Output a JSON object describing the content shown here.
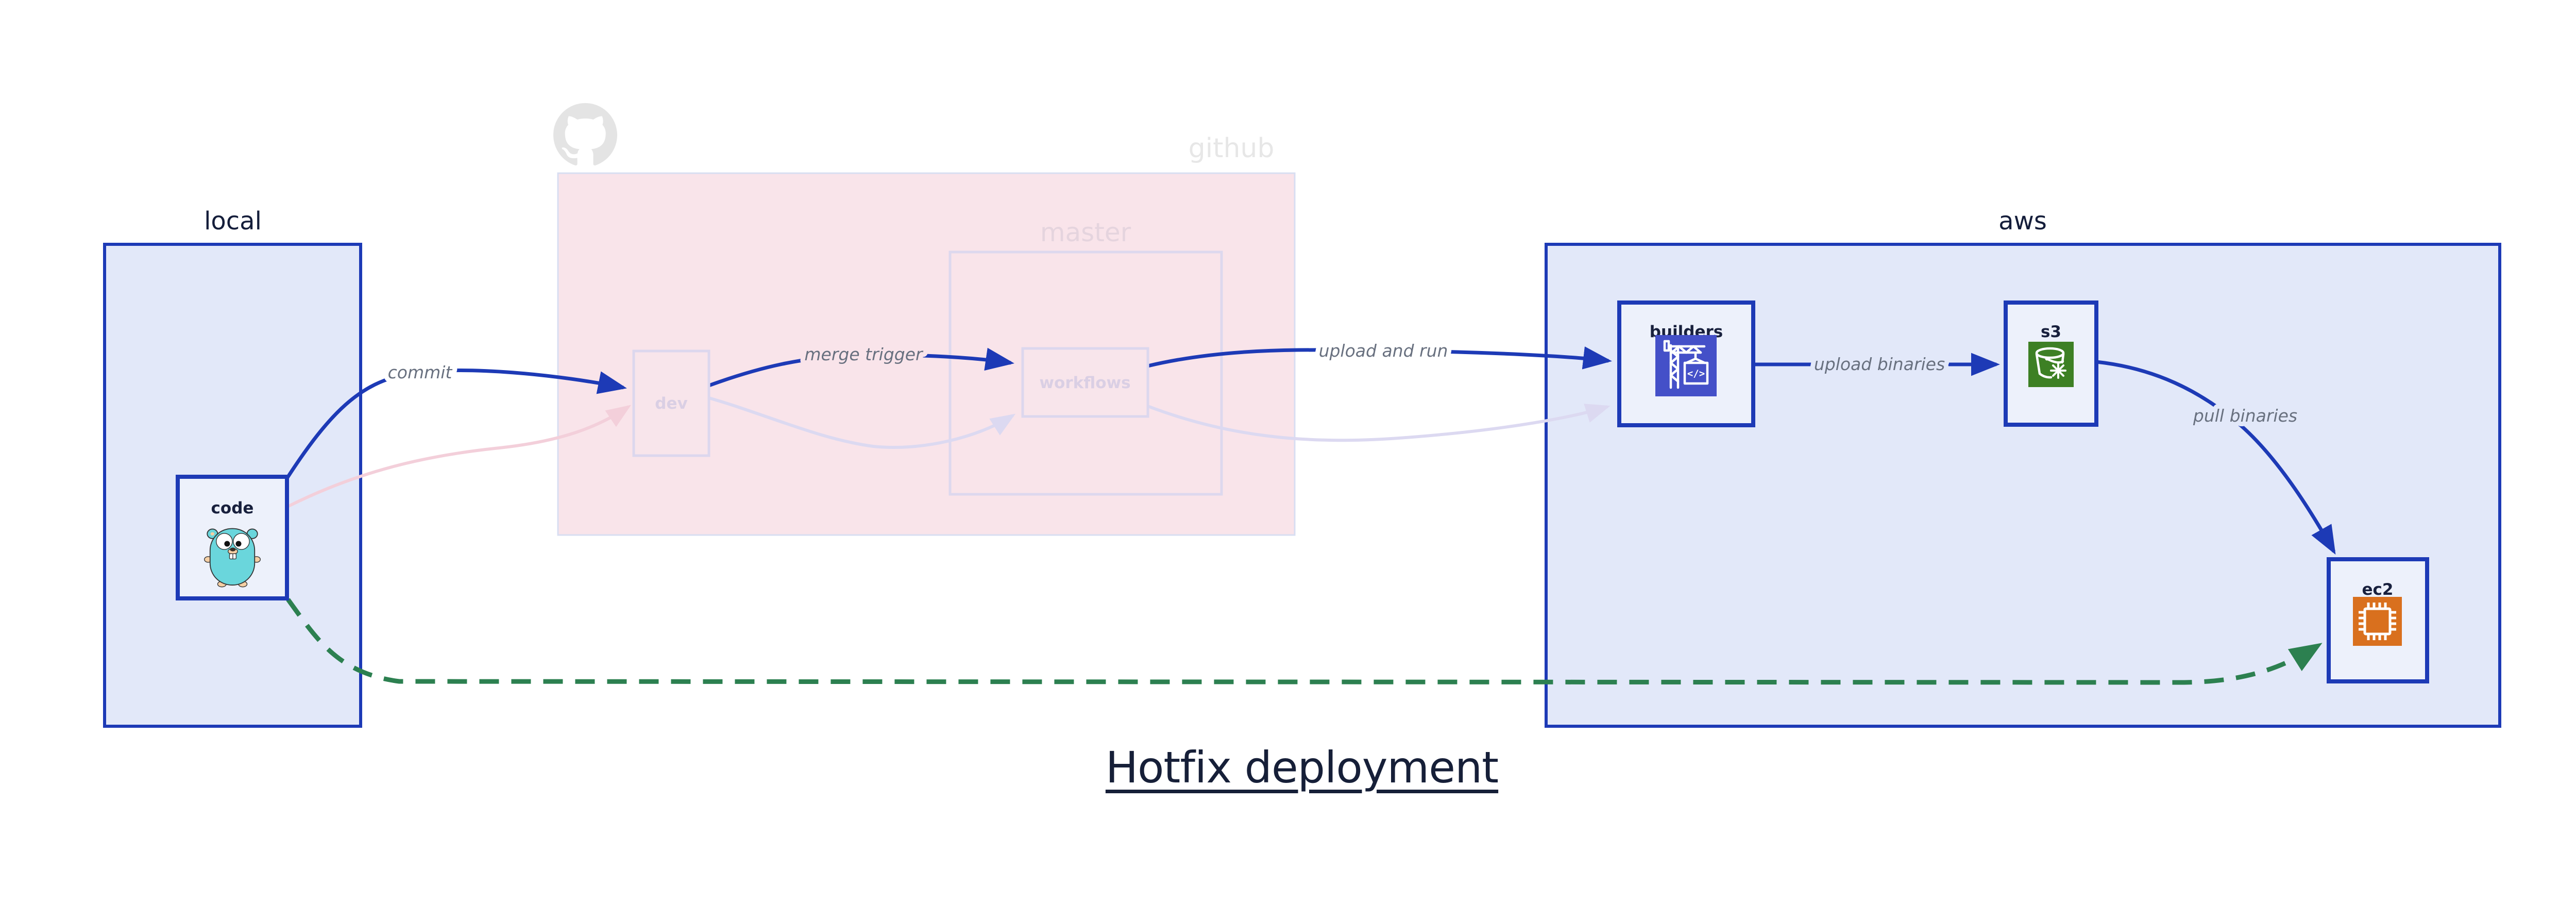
{
  "title": "Hotfix deployment",
  "groups": {
    "local": {
      "label": "local"
    },
    "github": {
      "label": "github",
      "master_label": "master"
    },
    "aws": {
      "label": "aws"
    }
  },
  "nodes": {
    "code": {
      "label": "code"
    },
    "dev": {
      "label": "dev"
    },
    "workflows": {
      "label": "workflows"
    },
    "builders": {
      "label": "builders"
    },
    "s3": {
      "label": "s3"
    },
    "ec2": {
      "label": "ec2"
    }
  },
  "edges": {
    "commit": {
      "label": "commit"
    },
    "merge_trigger": {
      "label": "merge trigger"
    },
    "upload_and_run": {
      "label": "upload and run"
    },
    "upload_binaries": {
      "label": "upload binaries"
    },
    "pull_binaries": {
      "label": "pull binaries"
    },
    "hotfix_pull": {
      "label": ""
    }
  },
  "icons": {
    "go_gopher": "go-gopher-icon",
    "octocat": "github-octocat-icon",
    "codebuild_crane": "codebuild-crane-icon",
    "s3_bucket": "s3-bucket-snowflake-icon",
    "ec2_chip": "ec2-chip-icon",
    "builders_glyph": "</>"
  },
  "colors": {
    "edge_blue": "#1d3ab6",
    "group_fill_blue": "#e2e8f9",
    "node_fill": "#edf1fb",
    "github_fill_pink": "#f9e4ea",
    "faded_pink_edge": "#f3cfda",
    "faded_lavender_edge": "#dcd9f1",
    "green_dashed": "#2c8050",
    "builders_icon_bg": "#4450c8",
    "s3_icon_bg": "#3d8024",
    "ec2_icon_bg": "#d9701e",
    "text_navy": "#161f38",
    "edge_label_gray": "#68707f"
  }
}
